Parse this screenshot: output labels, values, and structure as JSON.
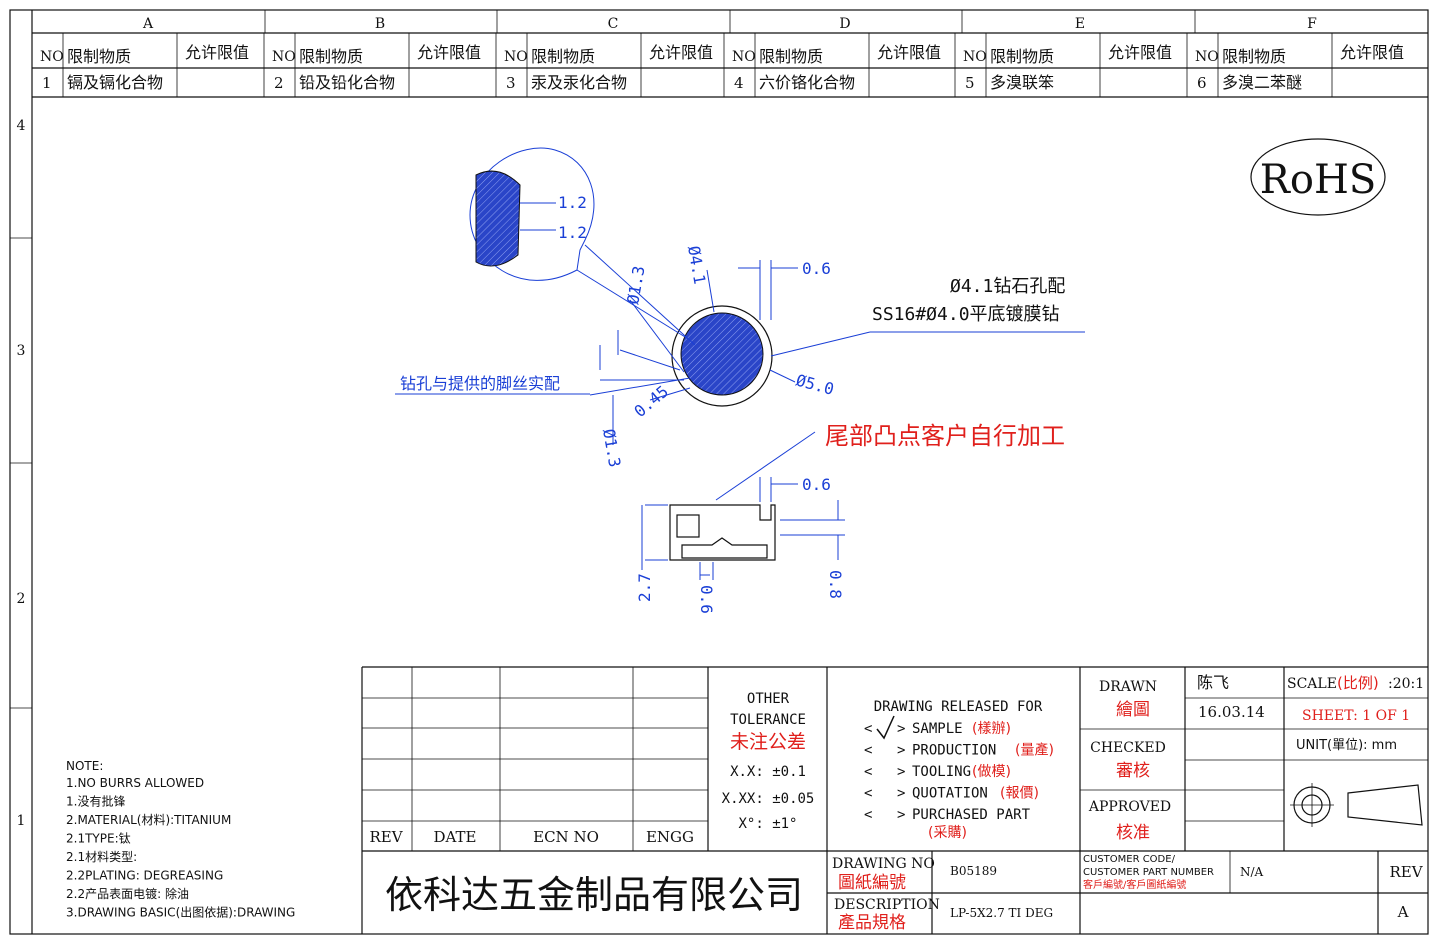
{
  "columns": [
    "A",
    "B",
    "C",
    "D",
    "E",
    "F"
  ],
  "rows": [
    "4",
    "3",
    "2",
    "1"
  ],
  "substance_table": {
    "headers": {
      "no": "NO",
      "substance": "限制物质",
      "limit": "允许限值"
    },
    "items": [
      {
        "no": "1",
        "name": "镉及镉化合物"
      },
      {
        "no": "2",
        "name": "铅及铅化合物"
      },
      {
        "no": "3",
        "name": "汞及汞化合物"
      },
      {
        "no": "4",
        "name": "六价铬化合物"
      },
      {
        "no": "5",
        "name": "多溴联笨"
      },
      {
        "no": "6",
        "name": "多溴二苯醚"
      }
    ]
  },
  "rohs": "RoHS",
  "dims": {
    "d1_2a": "1.2",
    "d1_2b": "1.2",
    "d1_3": "Ø1.3",
    "d4_1": "Ø4.1",
    "d0_6": "0.6",
    "d5_0": "Ø5.0",
    "d0_45": "0.45",
    "d1_3b": "Ø1.3",
    "d0_6b": "0.6",
    "d2_7": "2.7",
    "d0_6c": "0.6",
    "d0_8": "0.8"
  },
  "notes_drawing": {
    "drill1": "Ø4.1钻石孔配",
    "drill2": "SS16#Ø4.0平底镀膜钻",
    "drill_fit": "钻孔与提供的脚丝实配",
    "tail": "尾部凸点客户自行加工"
  },
  "notes": {
    "title": "NOTE:",
    "lines": [
      "1.NO BURRS ALLOWED",
      "1.没有批锋",
      "2.MATERIAL(材料):TITANIUM",
      "2.1TYPE:钛",
      "2.1材料类型:",
      "2.2PLATING: DEGREASING",
      "2.2产品表面电镀: 除油",
      "3.DRAWING BASIC(出图依据):DRAWING"
    ]
  },
  "rev_table": {
    "rev": "REV",
    "date": "DATE",
    "ecn": "ECN NO",
    "engg": "ENGG"
  },
  "tolerance": {
    "l1": "OTHER",
    "l2": "TOLERANCE",
    "cn": "未注公差",
    "xx": "X.X: ±0.1",
    "xxx": "X.XX: ±0.05",
    "deg": "X°: ±1°"
  },
  "release": {
    "title": "DRAWING RELEASED FOR",
    "items": [
      {
        "en": "SAMPLE",
        "cn": "(樣辦)",
        "checked": true
      },
      {
        "en": "PRODUCTION",
        "cn": "(量產)",
        "checked": false
      },
      {
        "en": "TOOLING",
        "cn": "(做模)",
        "checked": false
      },
      {
        "en": "QUOTATION",
        "cn": "(報價)",
        "checked": false
      },
      {
        "en": "PURCHASED PART",
        "cn": "(采購)",
        "checked": false
      }
    ]
  },
  "title_block": {
    "drawn": "DRAWN",
    "drawn_cn": "繪圖",
    "drawn_by": "陈飞",
    "date": "16.03.14",
    "checked": "CHECKED",
    "checked_cn": "審核",
    "approved": "APPROVED",
    "approved_cn": "核准",
    "scale_label": "SCALE",
    "scale_cn": "(比例)",
    "scale_val": ":20:1",
    "sheet": "SHEET:  1 OF 1",
    "unit": "UNIT(單位): mm",
    "company": "依科达五金制品有限公司",
    "drawing_no": "DRAWING NO",
    "drawing_no_cn": "圖紙編號",
    "drawing_no_val": "B05189",
    "customer_code": "CUSTOMER CODE/",
    "customer_pn": "CUSTOMER PART NUMBER",
    "customer_cn": "客戶編號/客戶圖紙編號",
    "customer_val": "N/A",
    "rev_label": "REV",
    "rev_val": "A",
    "description": "DESCRIPTION",
    "description_cn": "產品規格",
    "description_val": "LP-5X2.7 TI DEG"
  }
}
